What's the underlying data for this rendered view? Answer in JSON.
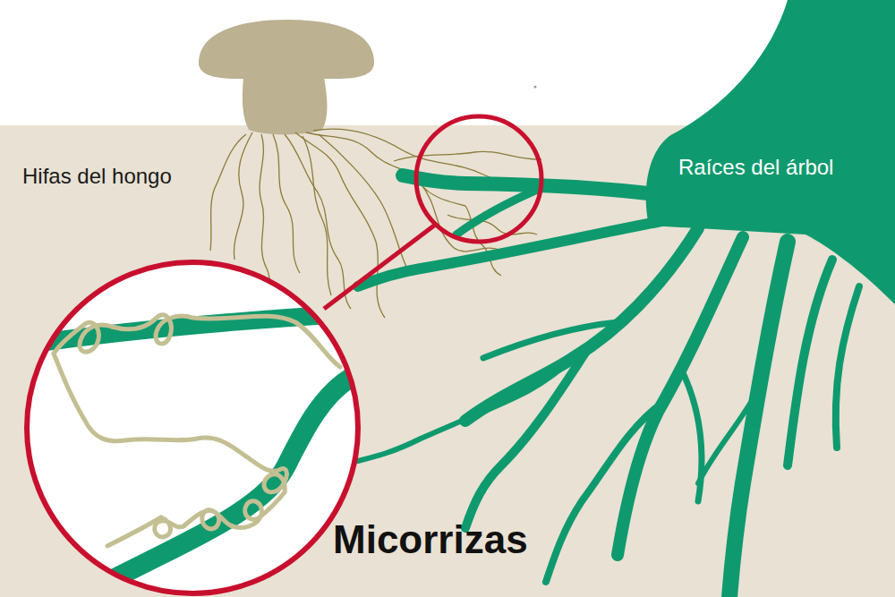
{
  "diagram": {
    "title": "Micorrizas",
    "labels": [
      "Hifas del hongo",
      "Raíces del árbol"
    ]
  }
}
